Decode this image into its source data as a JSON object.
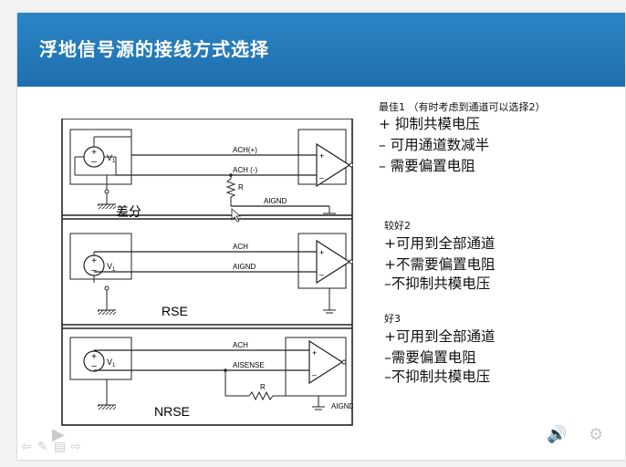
{
  "slide": {
    "title": "浮地信号源的接线方式选择"
  },
  "circuits": {
    "source_label": "V",
    "source_sub": "1",
    "differential": {
      "label": "差分",
      "ach_pos": "ACH(+)",
      "ach_neg": "ACH (-)",
      "resistor": "R",
      "aignd": "AIGND"
    },
    "rse": {
      "label": "RSE",
      "ach": "ACH",
      "aignd": "AIGND"
    },
    "nrse": {
      "label": "NRSE",
      "ach": "ACH",
      "aisense": "AISENSE",
      "resistor": "R",
      "aignd": "AIGND"
    }
  },
  "notes": {
    "best": {
      "heading": "最佳1 （有时考虑到通道可以选择2）",
      "lines": [
        "+ 抑制共模电压",
        "– 可用通道数减半",
        "– 需要偏置电阻"
      ]
    },
    "better": {
      "heading": "较好2",
      "lines": [
        "+可用到全部通道",
        "+不需要偏置电阻",
        "–不抑制共模电压"
      ]
    },
    "good": {
      "heading": "好3",
      "lines": [
        "+可用到全部通道",
        "–需要偏置电阻",
        "–不抑制共模电压"
      ]
    }
  }
}
